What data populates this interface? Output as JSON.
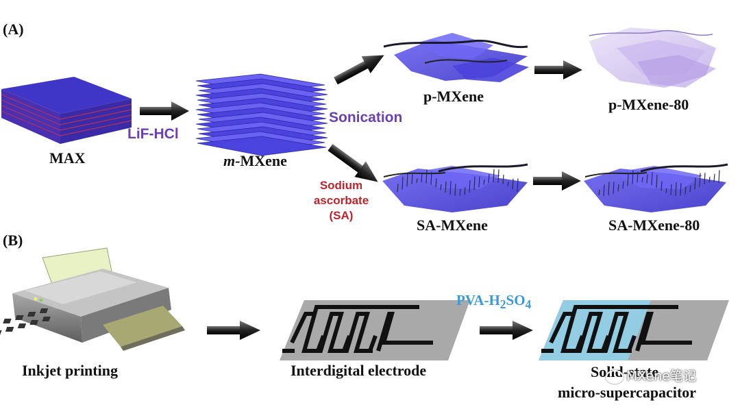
{
  "panels": {
    "a": "(A)",
    "b": "(B)"
  },
  "materials": {
    "max": "MAX",
    "m_mxene_prefix": "m",
    "m_mxene_suffix": "-MXene",
    "p_mxene": "p-MXene",
    "p_mxene_80": "p-MXene-80",
    "sa_mxene": "SA-MXene",
    "sa_mxene_80": "SA-MXene-80"
  },
  "reagents": {
    "etch": "LiF-HCl",
    "sonication": "Sonication",
    "sodium_line1": "Sodium",
    "sodium_line2": "ascorbate",
    "sodium_line3": "(SA)",
    "electrolyte_base": "PVA-H",
    "electrolyte_sub1": "2",
    "electrolyte_mid": "SO",
    "electrolyte_sub2": "4"
  },
  "steps": {
    "printing": "Inkjet printing",
    "electrode": "Interdigital electrode",
    "device_line1": "Solid-state",
    "device_line2": "micro-supercapacitor"
  },
  "watermark": "MXene笔记",
  "colors": {
    "flake": "#5a4fe8",
    "reagent_purple": "#6a3fb0",
    "reagent_red": "#c0242b",
    "electrolyte_blue": "#3a9ad9",
    "substrate_gray": "#a9a9a9",
    "gel_blue": "#8fd0ea"
  }
}
